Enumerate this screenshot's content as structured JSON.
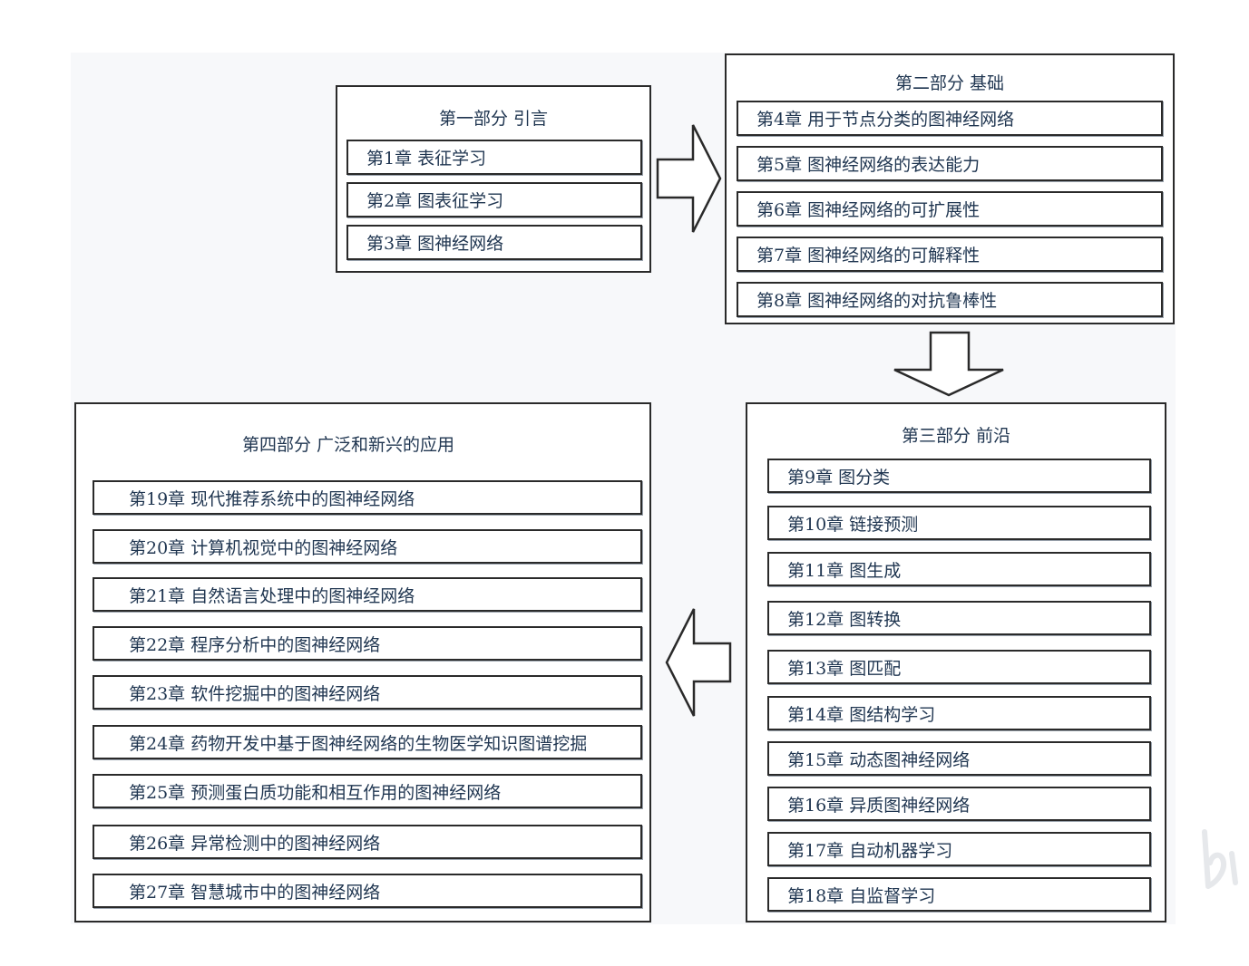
{
  "parts": [
    {
      "title": "第一部分 引言",
      "chapters": [
        "第1章 表征学习",
        "第2章 图表征学习",
        "第3章 图神经网络"
      ]
    },
    {
      "title": "第二部分 基础",
      "chapters": [
        "第4章 用于节点分类的图神经网络",
        "第5章 图神经网络的表达能力",
        "第6章 图神经网络的可扩展性",
        "第7章 图神经网络的可解释性",
        "第8章 图神经网络的对抗鲁棒性"
      ]
    },
    {
      "title": "第三部分 前沿",
      "chapters": [
        "第9章 图分类",
        "第10章 链接预测",
        "第11章 图生成",
        "第12章 图转换",
        "第13章 图匹配",
        "第14章 图结构学习",
        "第15章 动态图神经网络",
        "第16章 异质图神经网络",
        "第17章 自动机器学习",
        "第18章 自监督学习"
      ]
    },
    {
      "title": "第四部分 广泛和新兴的应用",
      "chapters": [
        "第19章 现代推荐系统中的图神经网络",
        "第20章 计算机视觉中的图神经网络",
        "第21章 自然语言处理中的图神经网络",
        "第22章 程序分析中的图神经网络",
        "第23章 软件挖掘中的图神经网络",
        "第24章 药物开发中基于图神经网络的生物医学知识图谱挖掘",
        "第25章 预测蛋白质功能和相互作用的图神经网络",
        "第26章 异常检测中的图神经网络",
        "第27章 智慧城市中的图神经网络"
      ]
    }
  ],
  "arrows": [
    "right",
    "down",
    "left"
  ],
  "colors": {
    "text": "#1f3550",
    "border": "#2a2a2a",
    "background": "#ffffff"
  }
}
